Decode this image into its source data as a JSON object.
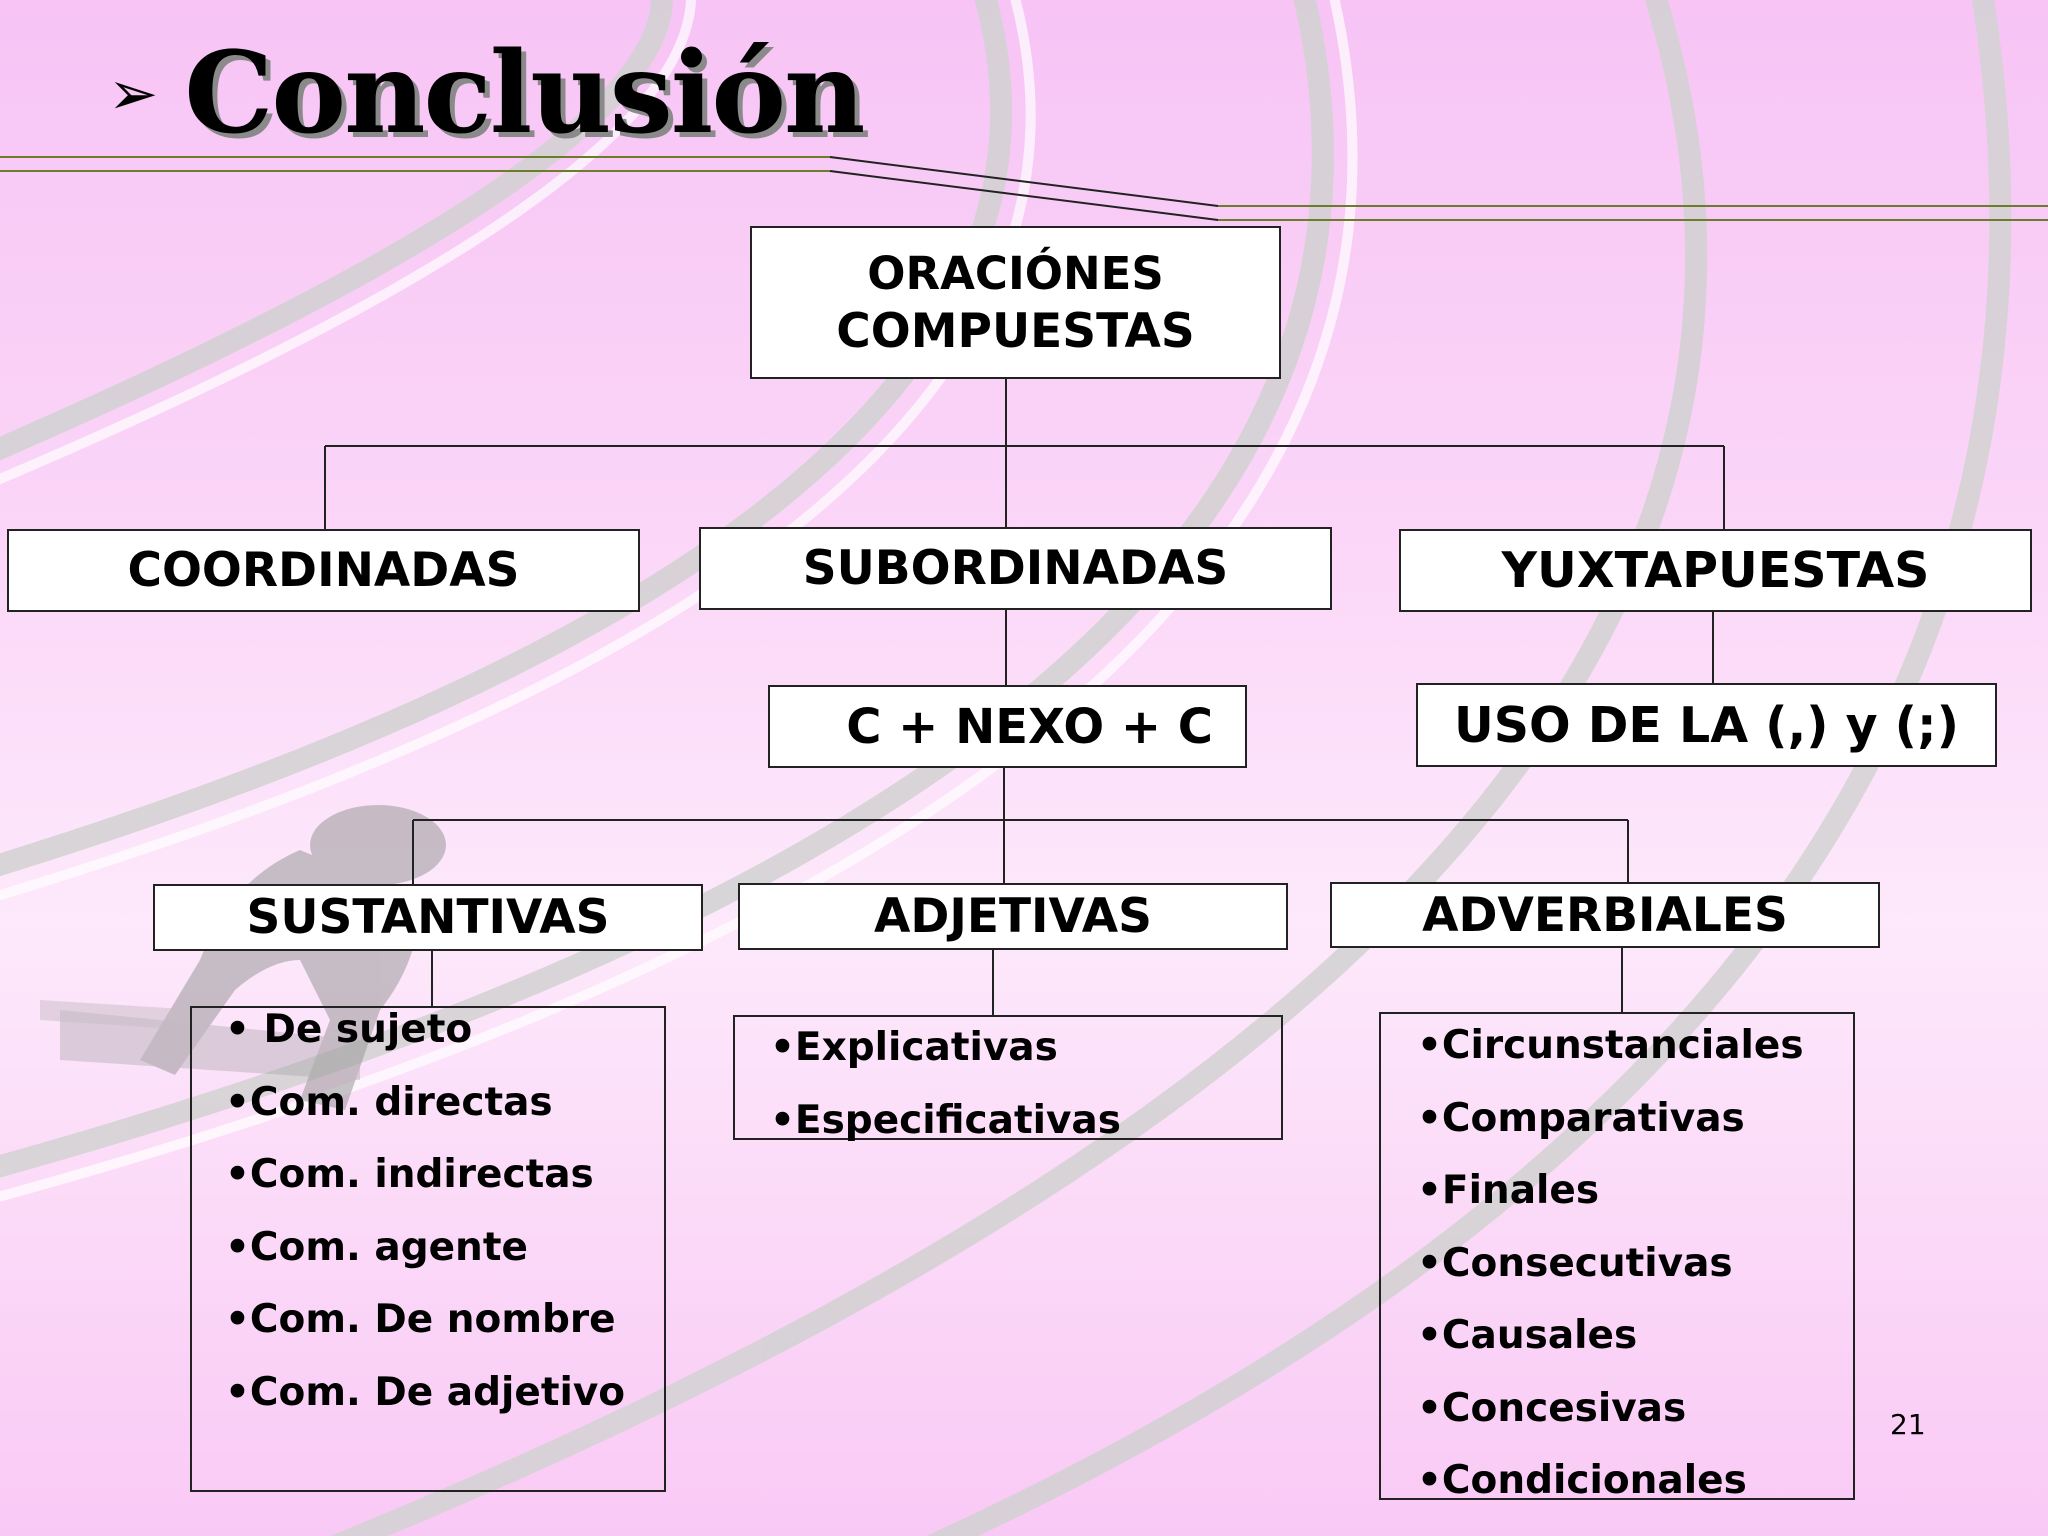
{
  "title": "Conclusión",
  "title_marker": "➢",
  "root": {
    "line1": "ORACIÓNES",
    "line2": "COMPUESTAS"
  },
  "level1": {
    "coordinadas": "COORDINADAS",
    "subordinadas": "SUBORDINADAS",
    "yuxtapuestas": "YUXTAPUESTAS"
  },
  "subordinadas_nexo": "C + NEXO + C",
  "yuxtapuestas_uso": "USO DE LA (,) y (;)",
  "level2": {
    "sustantivas": "SUSTANTIVAS",
    "adjetivas": "ADJETIVAS",
    "adverbiales": "ADVERBIALES"
  },
  "sustantivas_items": [
    "• De sujeto",
    "•Com. directas",
    "•Com. indirectas",
    "•Com. agente",
    "•Com. De nombre",
    "•Com. De adjetivo"
  ],
  "adjetivas_items": [
    "•Explicativas",
    "•Especificativas"
  ],
  "adverbiales_items": [
    "•Circunstanciales",
    "•Comparativas",
    "•Finales",
    "•Consecutivas",
    "•Causales",
    "•Concesivas",
    "•Condicionales"
  ],
  "page_number": "21",
  "colors": {
    "background": "#f9cdf6",
    "track_lines": "#c8c8c8",
    "rule_line": "#6b7d2a"
  }
}
